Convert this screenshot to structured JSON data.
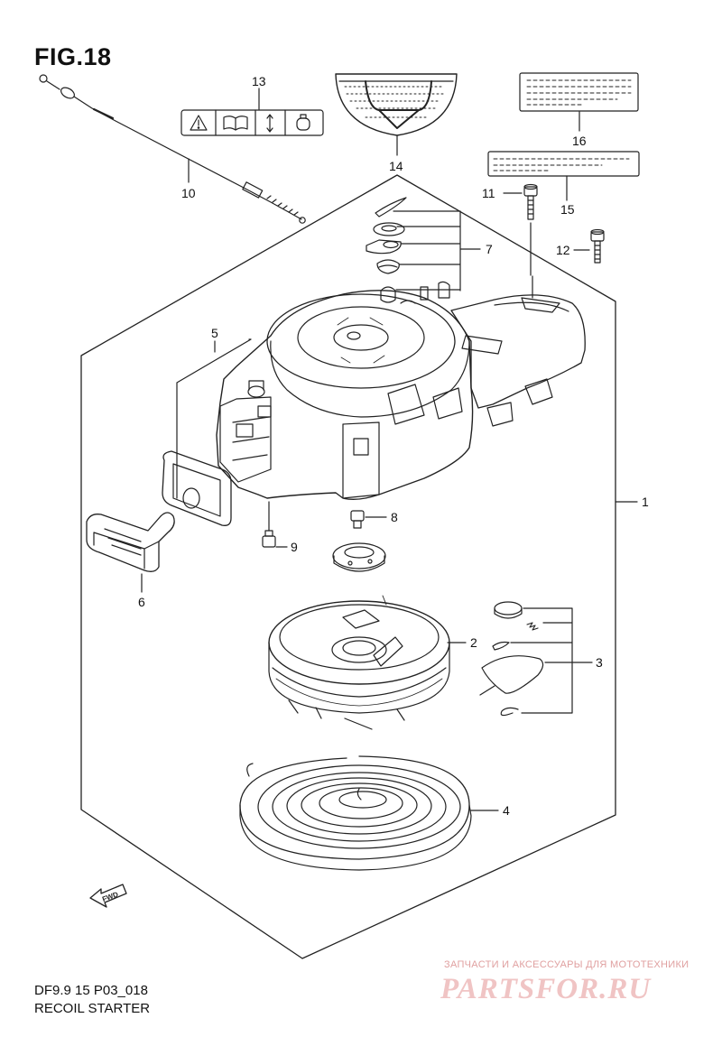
{
  "figure": {
    "title": "FIG.18"
  },
  "callouts": [
    {
      "id": "1",
      "label": "1"
    },
    {
      "id": "2",
      "label": "2"
    },
    {
      "id": "3",
      "label": "3"
    },
    {
      "id": "4",
      "label": "4"
    },
    {
      "id": "5",
      "label": "5"
    },
    {
      "id": "6",
      "label": "6"
    },
    {
      "id": "7",
      "label": "7"
    },
    {
      "id": "8",
      "label": "8"
    },
    {
      "id": "9",
      "label": "9"
    },
    {
      "id": "10",
      "label": "10"
    },
    {
      "id": "11",
      "label": "11"
    },
    {
      "id": "12",
      "label": "12"
    },
    {
      "id": "13",
      "label": "13"
    },
    {
      "id": "14",
      "label": "14"
    },
    {
      "id": "15",
      "label": "15"
    },
    {
      "id": "16",
      "label": "16"
    }
  ],
  "label_icons": [
    "warning-icon",
    "manual-book-icon",
    "up-down-arrow-icon",
    "cap-icon"
  ],
  "fwd_marker": {
    "text": "FWD"
  },
  "footer": {
    "code": "DF9.9 15 P03_018",
    "name": "RECOIL STARTER"
  },
  "watermark": {
    "tagline": "ЗАПЧАСТИ И АКСЕССУАРЫ ДЛЯ МОТОТЕХНИКИ",
    "logo": "PARTSFOR.RU"
  },
  "colors": {
    "line": "#222222",
    "watermark": "#f0c4c4"
  }
}
